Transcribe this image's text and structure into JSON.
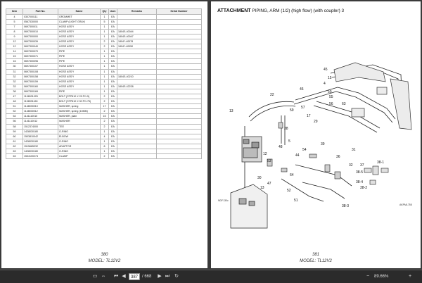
{
  "left_page": {
    "table": {
      "headers": [
        "Item",
        "Part No.",
        "Name",
        "Qty",
        "Uom",
        "Remarks",
        "Serial Number"
      ],
      "rows": [
        [
          "4",
          "0307000111",
          "GROMMET",
          "1",
          "EA",
          "",
          ""
        ],
        [
          "5",
          "0567330000",
          "CLAMP (LIGHT GRAY)",
          "5",
          "EA",
          "",
          ""
        ],
        [
          "7",
          "0697300011",
          "HOSE ASS'Y",
          "1",
          "EA",
          "",
          ""
        ],
        [
          "8",
          "0697300010",
          "HOSE ASS'Y",
          "1",
          "EA",
          "1804S-40044",
          ""
        ],
        [
          "9",
          "0697300000",
          "HOSE ASS'Y",
          "1",
          "EA",
          "1804S-40047",
          ""
        ],
        [
          "12",
          "0697300039",
          "HOSE ASS'Y",
          "2",
          "EA",
          "1804?-40078",
          ""
        ],
        [
          "12",
          "0697300040",
          "HOSE ASS'Y",
          "2",
          "EA",
          "1804?-40050",
          ""
        ],
        [
          "14",
          "0697300070",
          "PIPE",
          "1",
          "EA",
          "",
          ""
        ],
        [
          "15",
          "0697300071",
          "PIPE",
          "1",
          "EA",
          "",
          ""
        ],
        [
          "16",
          "0697300096",
          "PIPE",
          "1",
          "EA",
          "",
          ""
        ],
        [
          "30",
          "0697300107",
          "HOSE ASS'Y",
          "1",
          "EA",
          "",
          ""
        ],
        [
          "31",
          "0697300108",
          "HOSE ASS'Y",
          "1",
          "EA",
          "",
          ""
        ],
        [
          "32",
          "0697300158",
          "HOSE ASS'Y",
          "1",
          "EA",
          "1804S-40210",
          ""
        ],
        [
          "32",
          "0697300159",
          "HOSE ASS'Y",
          "1",
          "EA",
          "",
          ""
        ],
        [
          "33",
          "0697300160",
          "HOSE ASS'Y",
          "1",
          "EA",
          "1804S-42228",
          ""
        ],
        [
          "38",
          "0697300169",
          "PIPE",
          "1",
          "EA",
          "",
          ""
        ],
        [
          "47",
          "1108931025",
          "BOLT (STP810 X 25 P/1.5)",
          "2",
          "EA",
          "",
          ""
        ],
        [
          "48",
          "1108931160",
          "BOLT (STP810 X 90 P/1.75)",
          "2",
          "EA",
          "",
          ""
        ],
        [
          "51",
          "1148030010",
          "WASHER, spring",
          "17",
          "EA",
          "",
          ""
        ],
        [
          "52",
          "1148030012",
          "WASHER, spring (10MM)",
          "2",
          "EA",
          "",
          ""
        ],
        [
          "54",
          "1141110010",
          "WASHER, plain",
          "15",
          "EA",
          "",
          ""
        ],
        [
          "56",
          "1141110012",
          "WASHER",
          "2",
          "EA",
          "",
          ""
        ],
        [
          "58",
          "1512374000",
          "TEE",
          "2",
          "EA",
          "",
          ""
        ],
        [
          "59",
          "1428030180",
          "O-RING",
          "1",
          "EA",
          "",
          ""
        ],
        [
          "60",
          "1503810042",
          "ELBOW",
          "4",
          "EA",
          "",
          ""
        ],
        [
          "61",
          "1428030180",
          "O-RING",
          "1",
          "EA",
          "",
          ""
        ],
        [
          "62",
          "1515685332",
          "ADAPTOR",
          "6",
          "EA",
          "",
          ""
        ],
        [
          "63",
          "1428030180",
          "O-RING",
          "1",
          "EA",
          "",
          ""
        ],
        [
          "63",
          "1534100274",
          "CLAMP",
          "2",
          "EA",
          "",
          ""
        ]
      ]
    },
    "page_number": "380",
    "model": "MODEL: TL12V2"
  },
  "right_page": {
    "title_bold": "ATTACHMENT",
    "title_rest": "PIPING, ARM (1/2) (high flow) (with coupler) 3",
    "callouts": [
      "45",
      "22",
      "46",
      "4",
      "15",
      "50",
      "55",
      "56",
      "57",
      "59",
      "63",
      "13",
      "38",
      "54",
      "44",
      "39",
      "36",
      "31",
      "32",
      "37",
      "38-1",
      "38-5",
      "38-4",
      "38-2",
      "38-3",
      "64",
      "30",
      "13",
      "53",
      "12",
      "47",
      "48",
      "5",
      "17",
      "29",
      "52",
      "51"
    ],
    "view_label": "NDF130c",
    "corner_code": "AKPML755",
    "page_number": "381",
    "model": "MODEL: TL12V2"
  },
  "toolbar": {
    "current_page": "387",
    "page_count_text": "/ 668",
    "zoom": "89.66%"
  },
  "colors": {
    "viewer_bg": "#3a3a3a",
    "statusbar_bg": "#2b2b2b",
    "attachment_red": "#c81e1e"
  },
  "icons": [
    "fit-page-icon",
    "fit-width-icon",
    "first-page-icon",
    "prev-page-icon",
    "next-page-icon",
    "last-page-icon",
    "rotate-icon",
    "zoom-out-icon",
    "zoom-in-icon"
  ]
}
